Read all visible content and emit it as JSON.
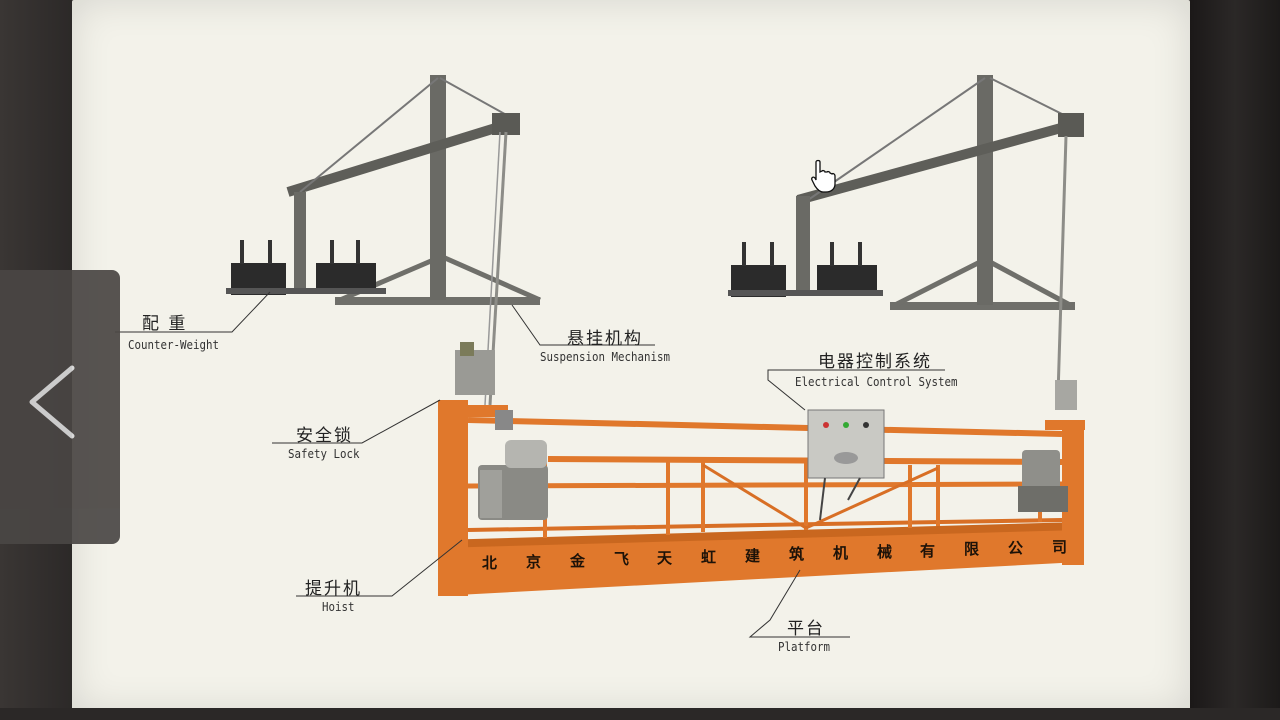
{
  "labels": {
    "counter_weight": {
      "cn": "配 重",
      "en": "Counter-Weight"
    },
    "suspension": {
      "cn": "悬挂机构",
      "en": "Suspension Mechanism"
    },
    "electrical": {
      "cn": "电器控制系统",
      "en": "Electrical Control System"
    },
    "safety_lock": {
      "cn": "安全锁",
      "en": "Safety Lock"
    },
    "hoist": {
      "cn": "提升机",
      "en": "Hoist"
    },
    "platform": {
      "cn": "平台",
      "en": "Platform"
    }
  },
  "platform_brand": [
    "北",
    "京",
    "金",
    "飞",
    "天",
    "虹",
    "建",
    "筑",
    "机",
    "械",
    "有",
    "限",
    "公",
    "司"
  ],
  "colors": {
    "platform_orange": "#e0782c",
    "frame_gray": "#6f6f6a",
    "counterweight": "#2b2b2b",
    "screen_bg": "#f3f2ea"
  },
  "icons": {
    "back": "chevron-left-icon",
    "cursor": "hand-pointer-icon"
  }
}
